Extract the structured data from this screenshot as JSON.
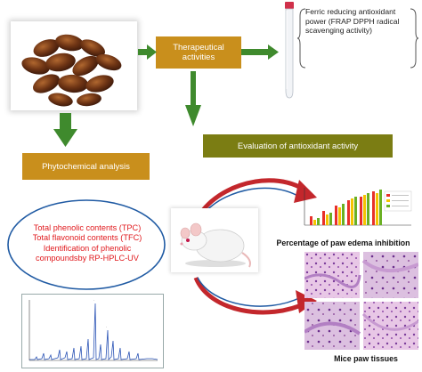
{
  "boxes": {
    "therapeutical": "Therapeutical activities",
    "evaluation": "Evaluation of antioxidant activity",
    "phytochemical": "Phytochemical analysis"
  },
  "frap_text": "Ferric reducing antioxidant power (FRAP DPPH radical scavenging activity)",
  "phenolic_lines": [
    "Total phenolic contents (TPC)",
    "Total flavonoid contents (TFC)",
    "Identification of phenolic",
    "compoundsby RP-HPLC-UV"
  ],
  "captions": {
    "edema": "Percentage of paw edema inhibition",
    "tissues": "Mice paw tissues"
  },
  "colors": {
    "box_orange": "#c98f1c",
    "box_olive": "#7b7d13",
    "arrow_green": "#3f8a2d",
    "arrow_red": "#c3272c",
    "arrow_blue": "#1f5aa3",
    "text_red": "#e0191d"
  },
  "icons": {
    "dates": "dates-fruit-image",
    "mouse": "white-mouse-image",
    "tube": "test-tube-icon"
  }
}
